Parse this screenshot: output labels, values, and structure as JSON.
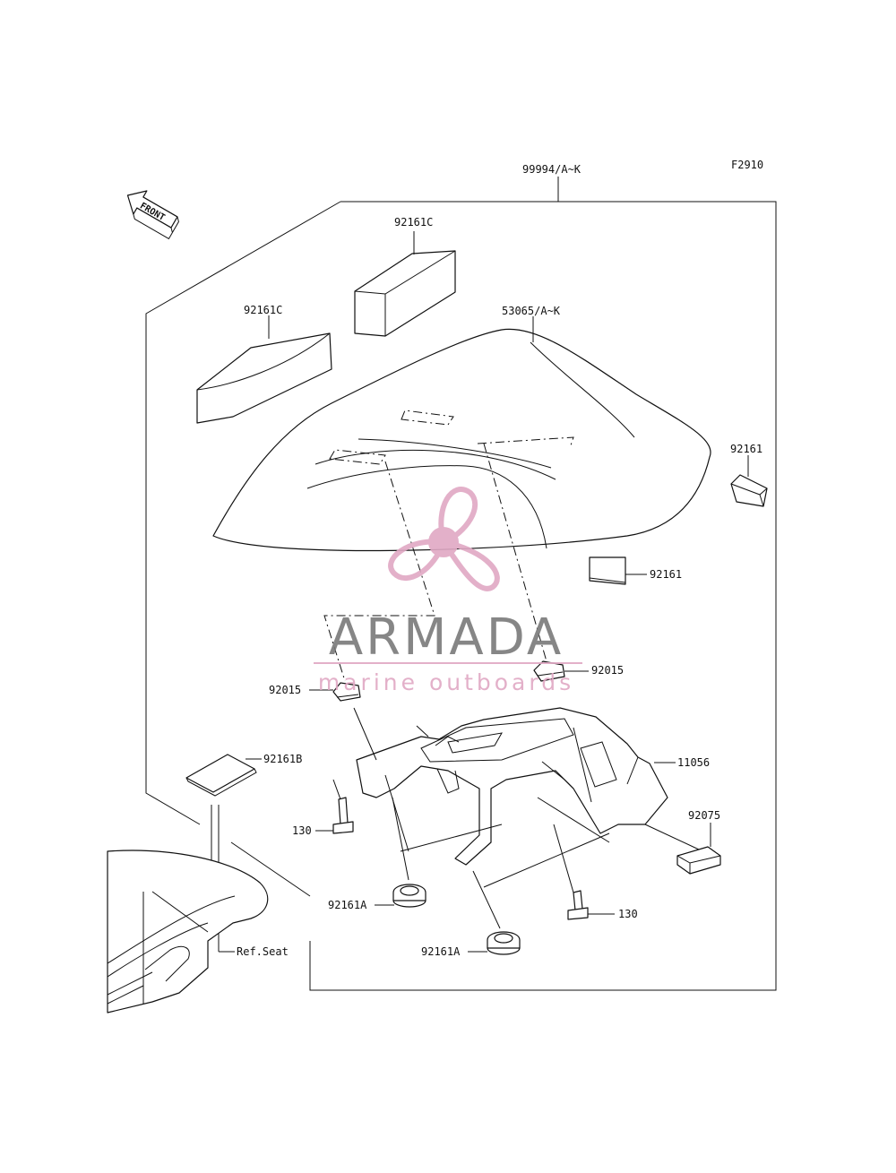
{
  "figure_code": "F2910",
  "front_label": "FRONT",
  "callouts": {
    "assy": "99994/A~K",
    "cover": "53065/A~K",
    "pad_c_top": "92161C",
    "pad_c_left": "92161C",
    "pad_right_a": "92161",
    "pad_right_b": "92161",
    "nut_right": "92015",
    "nut_left": "92015",
    "bracket": "11056",
    "pad_b": "92161B",
    "bolt_left": "130",
    "bolt_right": "130",
    "strip": "92075",
    "damper_left": "92161A",
    "damper_right": "92161A",
    "ref_seat": "Ref.Seat"
  },
  "watermark": {
    "brand": "ARMADA",
    "tagline": "marine outboards",
    "brand_color": "#7a7a7a",
    "accent_color": "#e0a8c4"
  }
}
